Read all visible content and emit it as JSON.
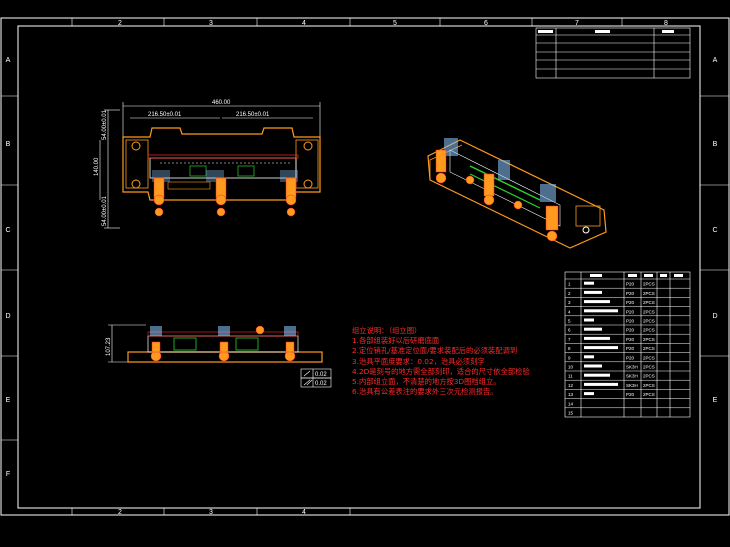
{
  "drawing": {
    "background": "#000000",
    "line_color": "#ffffff",
    "part_color": "#ff9a1e",
    "accent_red": "#ff2a2a",
    "accent_green": "#2bd12b",
    "accent_blue": "#8cc8ff"
  },
  "zones": {
    "columns": [
      "2",
      "3",
      "4",
      "5",
      "6",
      "7",
      "8"
    ],
    "columns_bottom": [
      "2",
      "3",
      "4"
    ],
    "rows": [
      "A",
      "B",
      "C",
      "D",
      "E",
      "F"
    ]
  },
  "dimensions": {
    "overall_width": "460.00",
    "half_width_left": "216.50±0.01",
    "half_width_right": "216.50±0.01",
    "height_140": "140.00",
    "upper_offset": "54.00±0.01",
    "lower_offset": "54.00±0.01",
    "side_height": "107.23",
    "flatness_1": "0.02",
    "flatness_2": "0.02"
  },
  "notes": {
    "title": "组立说明：（组立图）",
    "lines": [
      "1.各部组装好以后研磨底面",
      "2.定位销孔/基准定位面/要求装配后的必须装配调到",
      "3.治具平面度要求：0.02，治具必须刻字",
      "4.2D是刻号的地方需全部刻印，适合的尺寸依全部检验",
      "5.内部组立面，不清楚的地方按3D图档组立。",
      "6.治具有公差表注的要求外三次元检测报告。"
    ]
  },
  "bom": {
    "rows": [
      "1",
      "2",
      "3",
      "4",
      "5",
      "6",
      "7",
      "8",
      "9",
      "10",
      "11",
      "12",
      "13",
      "14",
      "15"
    ],
    "material_codes": [
      "P20",
      "P20",
      "P20",
      "P20",
      "P20",
      "P20",
      "P20",
      "P20",
      "P20",
      "SK3H",
      "SK3H",
      "SK3H",
      "P20"
    ],
    "qty_codes": [
      "2PCS",
      "2PCS",
      "2PCS",
      "2PCS",
      "2PCS",
      "2PCS",
      "2PCS",
      "2PCS",
      "2PCS",
      "2PCS",
      "2PCS",
      "2PCS",
      "2PCS"
    ]
  }
}
